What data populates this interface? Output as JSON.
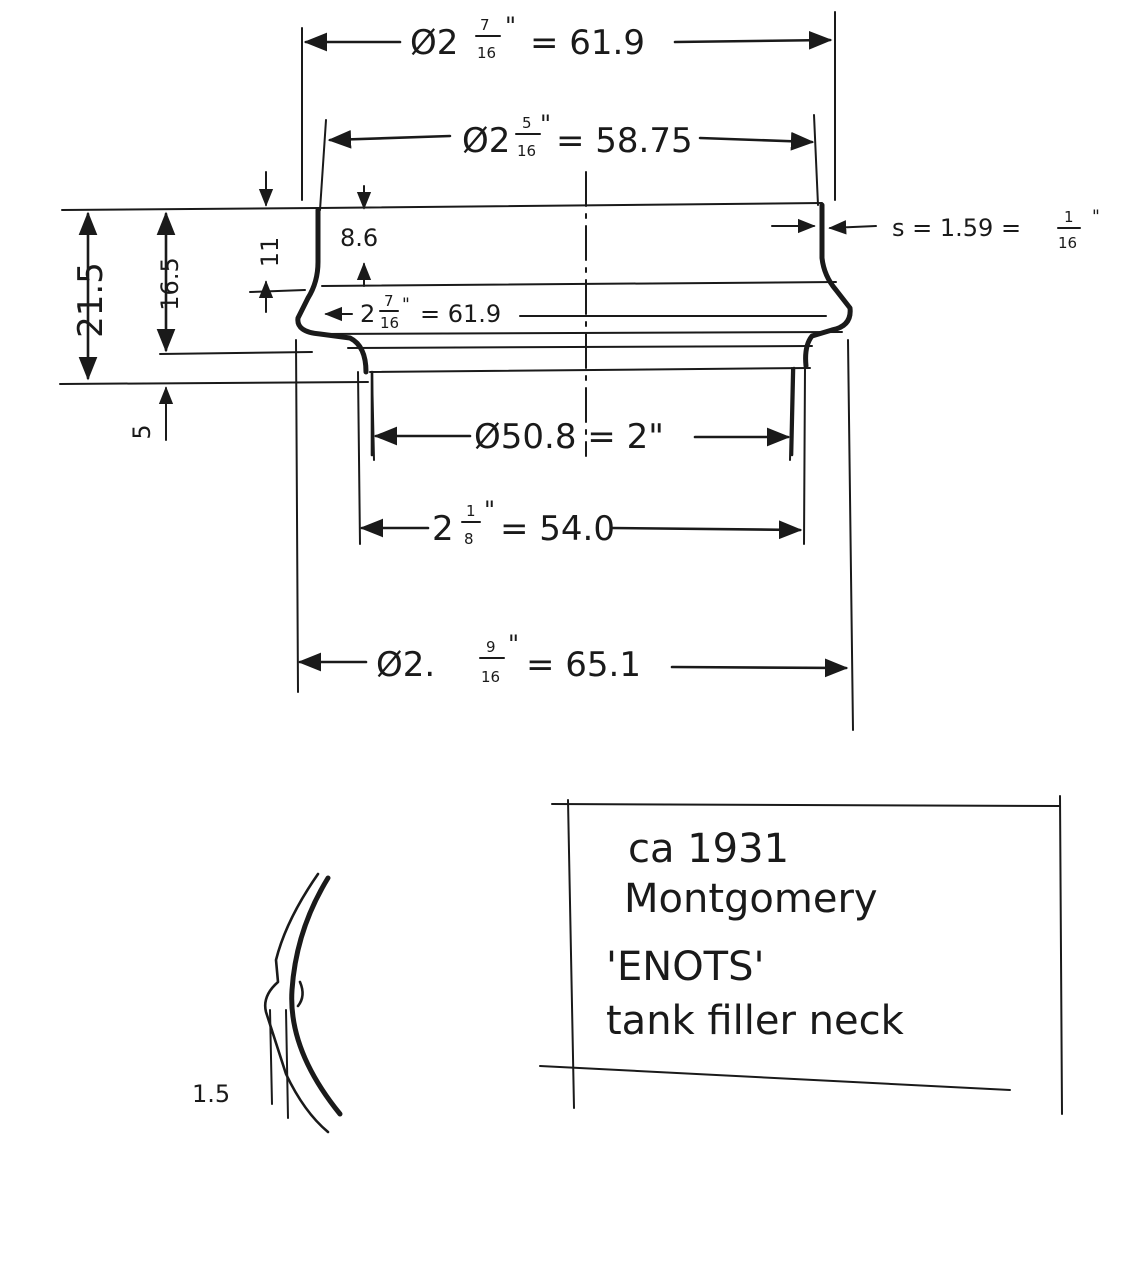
{
  "dimensions": {
    "d_top": {
      "prefix": "Ø2",
      "num": "7",
      "den": "16",
      "tick": "\"",
      "value": "= 61.9"
    },
    "d_upper": {
      "prefix": "Ø2",
      "num": "5",
      "den": "16",
      "tick": "\"",
      "value": "= 58.75"
    },
    "d_mid": {
      "prefix": "2",
      "num": "7",
      "den": "16",
      "tick": "\"",
      "value": "= 61.9"
    },
    "d_bore": {
      "text": "Ø50.8 = 2\""
    },
    "d_spigot": {
      "prefix": "2",
      "num": "1",
      "den": "8",
      "tick": "\"",
      "value": "= 54.0"
    },
    "d_outer": {
      "prefix": "Ø2.",
      "num": "9",
      "den": "16",
      "tick": "\"",
      "value": "= 65.1"
    },
    "wall": {
      "prefix": "s = 1.59 =",
      "num": "1",
      "den": "16",
      "tick": "\""
    },
    "h_total": "21.5",
    "h_body": "16.5",
    "h_bead": "11",
    "h_lip": "8.6",
    "h_spigot": "5",
    "detail_thickness": "1.5"
  },
  "note": {
    "line1": "ca 1931",
    "line2": "Montgomery",
    "line3": "'ENOTS'",
    "line4": "tank filler neck"
  }
}
